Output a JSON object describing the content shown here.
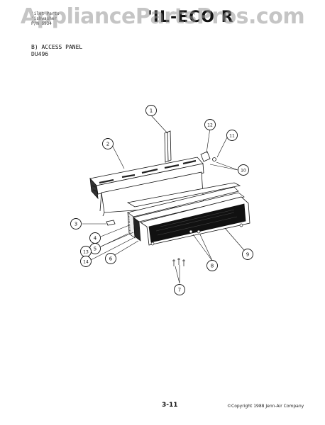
{
  "header": {
    "line1": "'ilet Parts",
    "line2": "'ishwasher",
    "line3": "P/N  6934",
    "partial_title": "'IL-ECO R"
  },
  "watermark": "AppliancePartsPros.com",
  "section": {
    "title": "B) ACCESS PANEL",
    "model": "DU496"
  },
  "callouts": [
    {
      "label": "1"
    },
    {
      "label": "2"
    },
    {
      "label": "3"
    },
    {
      "label": "4"
    },
    {
      "label": "5"
    },
    {
      "label": "6"
    },
    {
      "label": "7"
    },
    {
      "label": "8"
    },
    {
      "label": "9"
    },
    {
      "label": "10"
    },
    {
      "label": "11"
    },
    {
      "label": "12"
    },
    {
      "label": "13"
    },
    {
      "label": "14"
    }
  ],
  "footer": {
    "page": "3-11",
    "copyright": "©Copyright 1988 Jenn-Air Company"
  }
}
